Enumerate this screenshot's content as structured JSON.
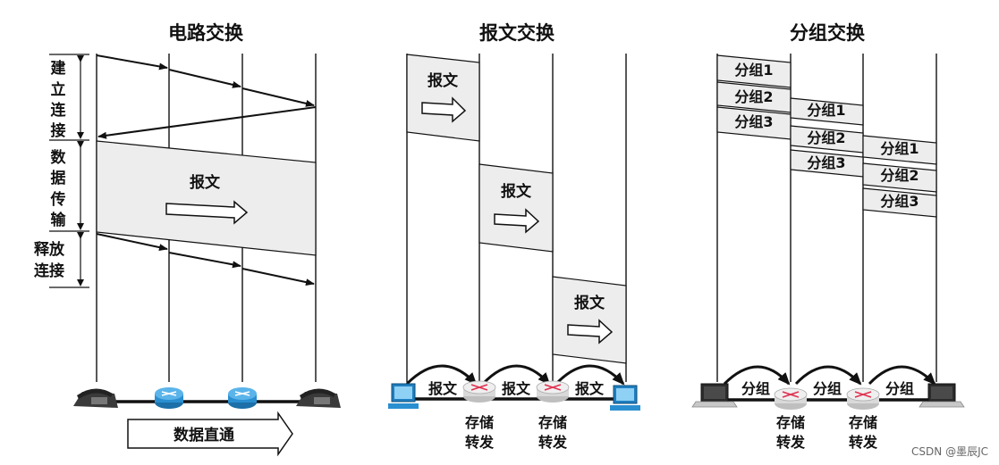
{
  "panels": {
    "circuit": {
      "title": "电路交换",
      "phase_setup": [
        "建",
        "立",
        "连",
        "接"
      ],
      "phase_transfer": [
        "数",
        "据",
        "传",
        "输"
      ],
      "phase_release": [
        "释放",
        "连接"
      ],
      "message_label": "报文",
      "direct_label": "数据直通"
    },
    "message": {
      "title": "报文交换",
      "message_label": "报文",
      "link_label": "报文",
      "store_forward": [
        "存储",
        "转发"
      ]
    },
    "packet": {
      "title": "分组交换",
      "packets": [
        "分组1",
        "分组2",
        "分组3"
      ],
      "link_label": "分组",
      "store_forward": [
        "存储",
        "转发"
      ]
    }
  },
  "watermark": "CSDN @墨辰JC",
  "colors": {
    "band": "#ededed",
    "router": "#2a8fd0",
    "line": "#111111"
  }
}
